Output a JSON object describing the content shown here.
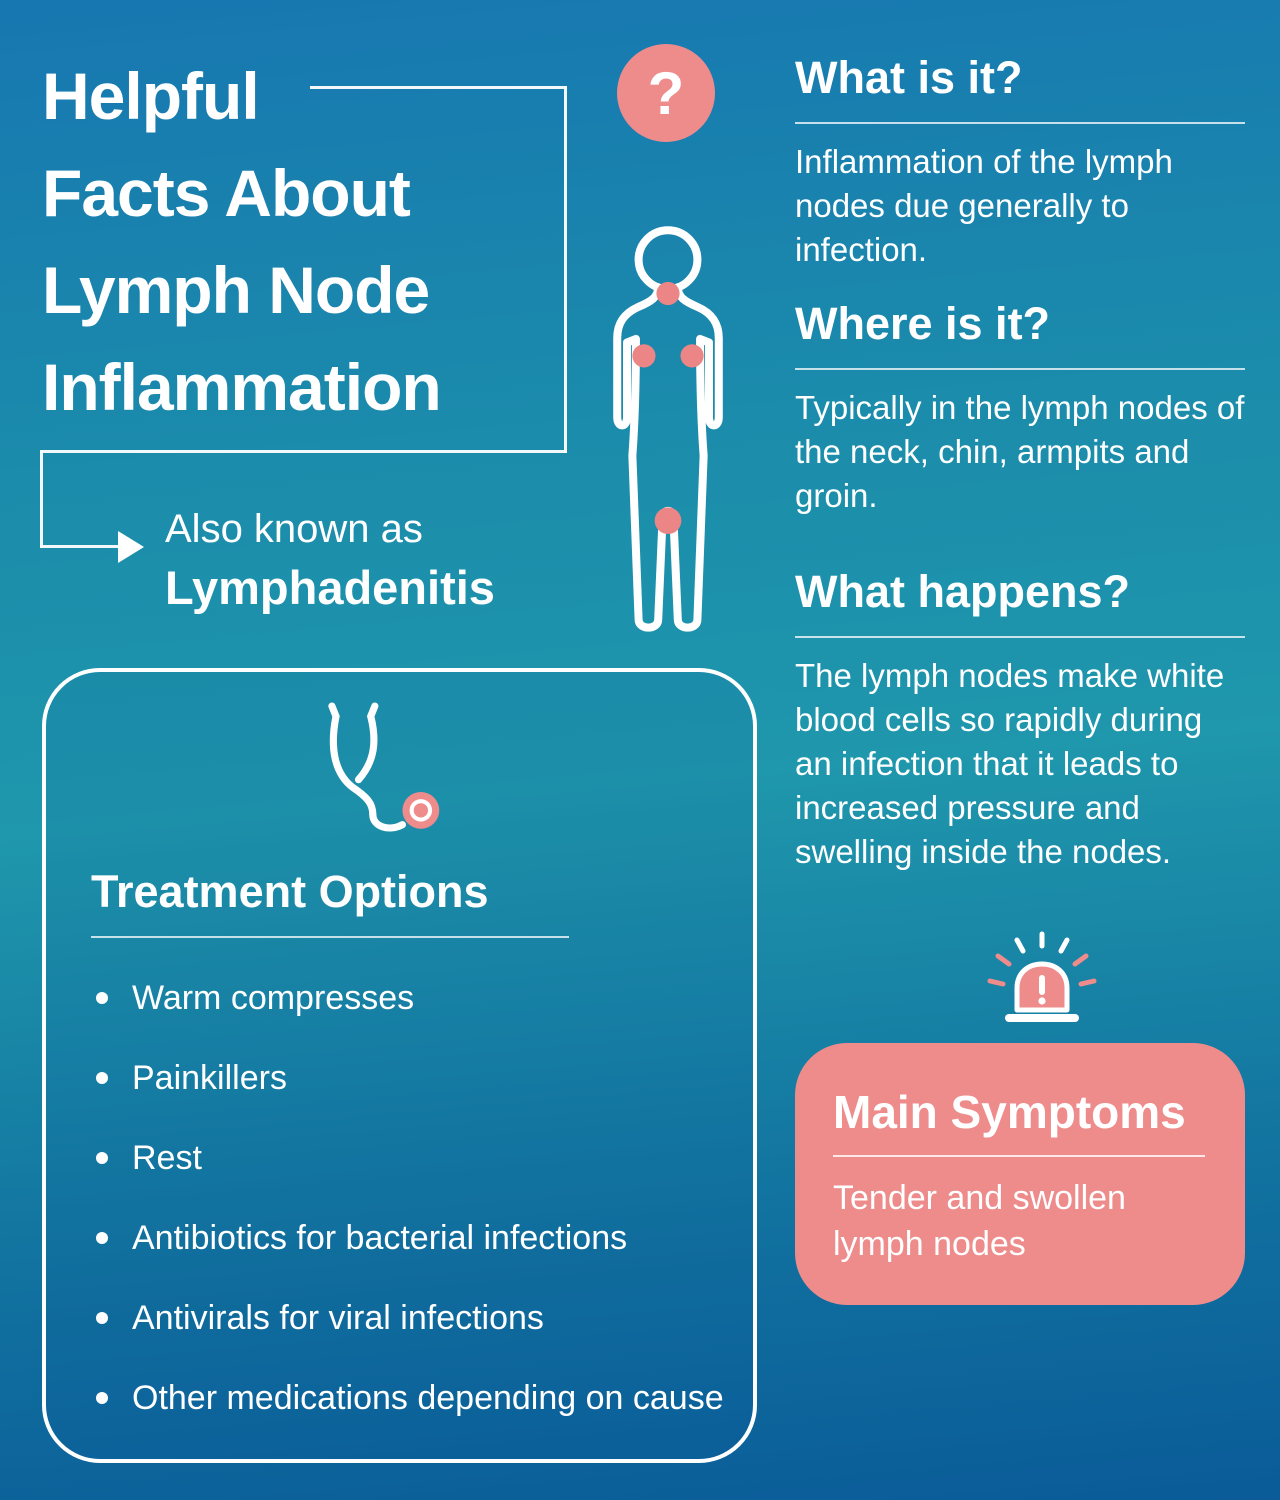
{
  "title": {
    "lines": [
      "Helpful",
      "Facts About",
      "Lymph Node",
      "Inflammation"
    ]
  },
  "aka": {
    "prefix": "Also known as",
    "name": "Lymphadenitis"
  },
  "icons": {
    "question_mark": "?",
    "question_icon": "pink circle with white question mark",
    "body_figure": "white outline human body with pink lymph-node dots at neck, armpits and groin",
    "stethoscope_icon": "white outline stethoscope with pink diaphragm",
    "alarm_icon": "pink siren with white exclamation mark and radiating dashes",
    "arrow_icon": "white right-pointing arrow"
  },
  "sections": {
    "what": {
      "heading": "What is it?",
      "body": "Inflammation of the lymph nodes due generally to infection."
    },
    "where": {
      "heading": "Where is it?",
      "body": "Typically in the lymph nodes of the neck, chin, armpits and groin."
    },
    "happens": {
      "heading": "What happens?",
      "body": "The lymph nodes make white blood cells so rapidly during an infection that it leads to increased pressure and swelling inside the nodes."
    }
  },
  "treatment": {
    "heading": "Treatment Options",
    "items": [
      "Warm compresses",
      "Painkillers",
      "Rest",
      "Antibiotics for bacterial infections",
      "Antivirals for viral infections",
      "Other medications depending on cause"
    ]
  },
  "symptoms": {
    "heading": "Main Symptoms",
    "body": "Tender and swollen lymph nodes"
  },
  "colors": {
    "accent_pink": "#ee8b8b",
    "background_top": "#1777b1",
    "background_mid_teal": "#1f97ac",
    "background_bottom": "#0a5b98",
    "text": "#ffffff"
  }
}
